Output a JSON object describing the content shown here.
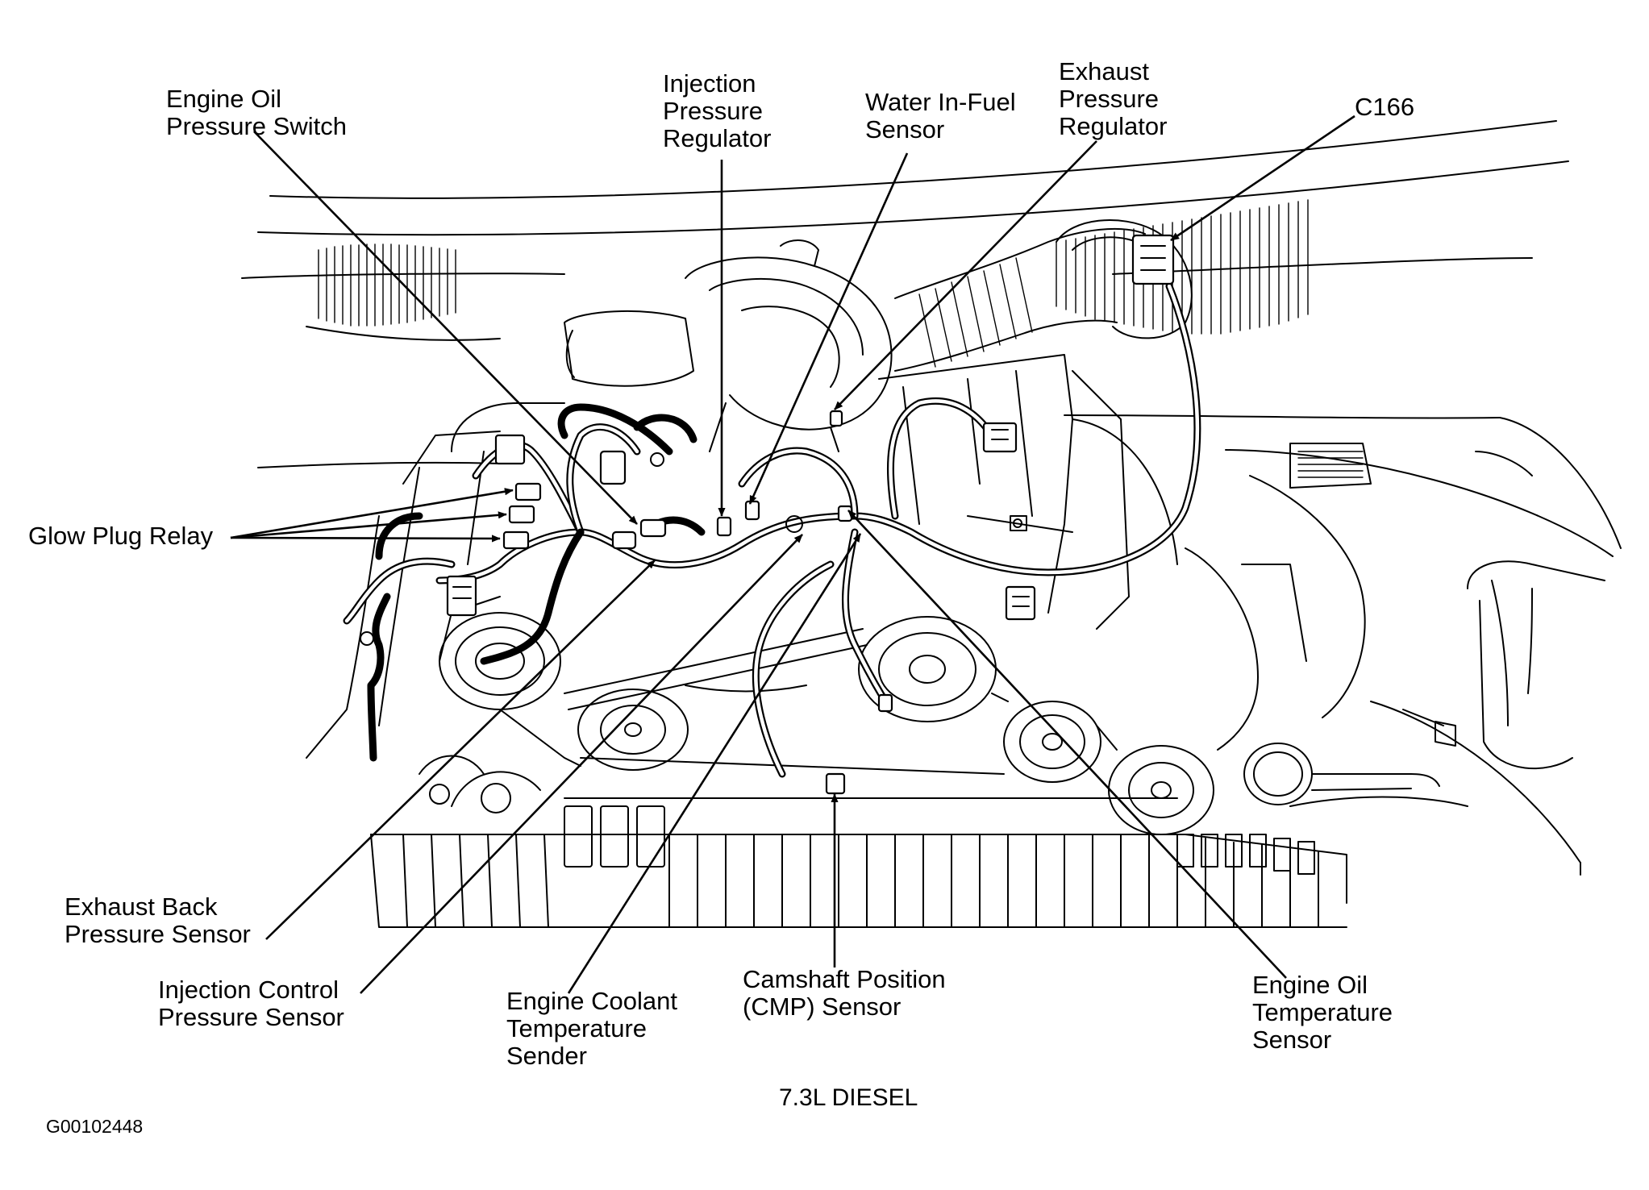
{
  "labels": {
    "engine_oil_pressure_switch": [
      "Engine Oil",
      "Pressure Switch"
    ],
    "injection_pressure_regulator": [
      "Injection",
      "Pressure",
      "Regulator"
    ],
    "water_in_fuel_sensor": [
      "Water In-Fuel",
      "Sensor"
    ],
    "exhaust_pressure_regulator": [
      "Exhaust",
      "Pressure",
      "Regulator"
    ],
    "c166": [
      "C166"
    ],
    "glow_plug_relay": [
      "Glow Plug Relay"
    ],
    "exhaust_back_pressure_sensor": [
      "Exhaust Back",
      "Pressure Sensor"
    ],
    "injection_control_pressure_sensor": [
      "Injection Control",
      "Pressure Sensor"
    ],
    "engine_coolant_temperature_sender": [
      "Engine Coolant",
      "Temperature",
      "Sender"
    ],
    "camshaft_position_sensor": [
      "Camshaft Position",
      "(CMP) Sensor"
    ],
    "engine_oil_temperature_sensor": [
      "Engine Oil",
      "Temperature",
      "Sensor"
    ]
  },
  "caption": "7.3L DIESEL",
  "figure_code": "G00102448"
}
